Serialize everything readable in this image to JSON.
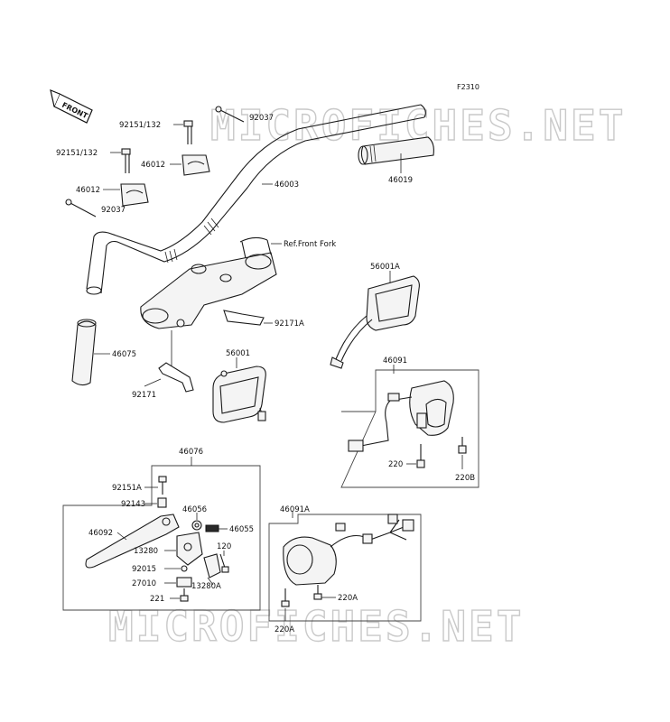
{
  "figure_code": "F2310",
  "watermark": "MICROFICHES.NET",
  "front_label": "FRONT",
  "labels": {
    "p92151_132_top": "92151/132",
    "p92037_top": "92037",
    "p92151_132_left": "92151/132",
    "p46012_right": "46012",
    "p46003": "46003",
    "p46012_left": "46012",
    "p92037_left": "92037",
    "p46019": "46019",
    "ref_front_fork": "Ref.Front Fork",
    "p56001A": "56001A",
    "p92171A": "92171A",
    "p46075": "46075",
    "p56001": "56001",
    "p92171": "92171",
    "p46091": "46091",
    "p220": "220",
    "p220B": "220B",
    "p46076": "46076",
    "p92151A": "92151A",
    "p92143": "92143",
    "p46056": "46056",
    "p46055": "46055",
    "p46092": "46092",
    "p13280": "13280",
    "p120": "120",
    "p92015": "92015",
    "p27010": "27010",
    "p13280A": "13280A",
    "p221": "221",
    "p46091A": "46091A",
    "p220A_right": "220A",
    "p220A_bottom": "220A"
  }
}
